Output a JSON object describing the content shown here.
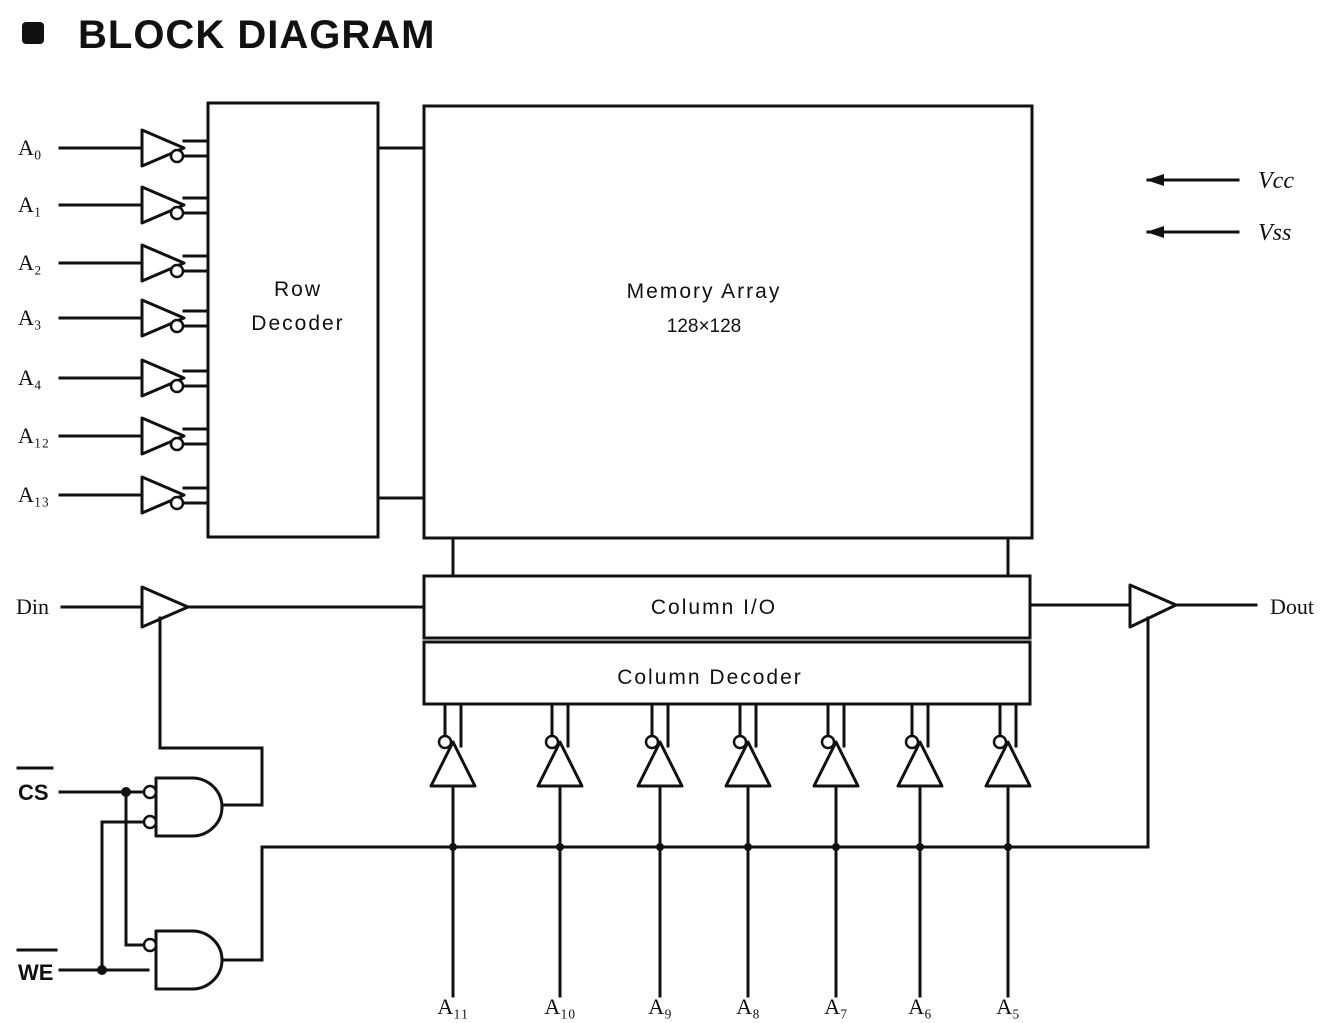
{
  "title": "BLOCK DIAGRAM",
  "row_inputs": [
    "A₀",
    "A₁",
    "A₂",
    "A₃",
    "A₄",
    "A₁₂",
    "A₁₃"
  ],
  "column_inputs": [
    "A₁₁",
    "A₁₀",
    "A₉",
    "A₈",
    "A₇",
    "A₆",
    "A₅"
  ],
  "blocks": {
    "row_decoder": [
      "Row",
      "Decoder"
    ],
    "memory_array": [
      "Memory Array",
      "128×128"
    ],
    "column_io": "Column I/O",
    "column_decoder": "Column Decoder"
  },
  "signals": {
    "din": "Din",
    "dout": "Dout",
    "cs": "CS",
    "we": "WE",
    "vcc": "Vcc",
    "vss": "Vss"
  }
}
